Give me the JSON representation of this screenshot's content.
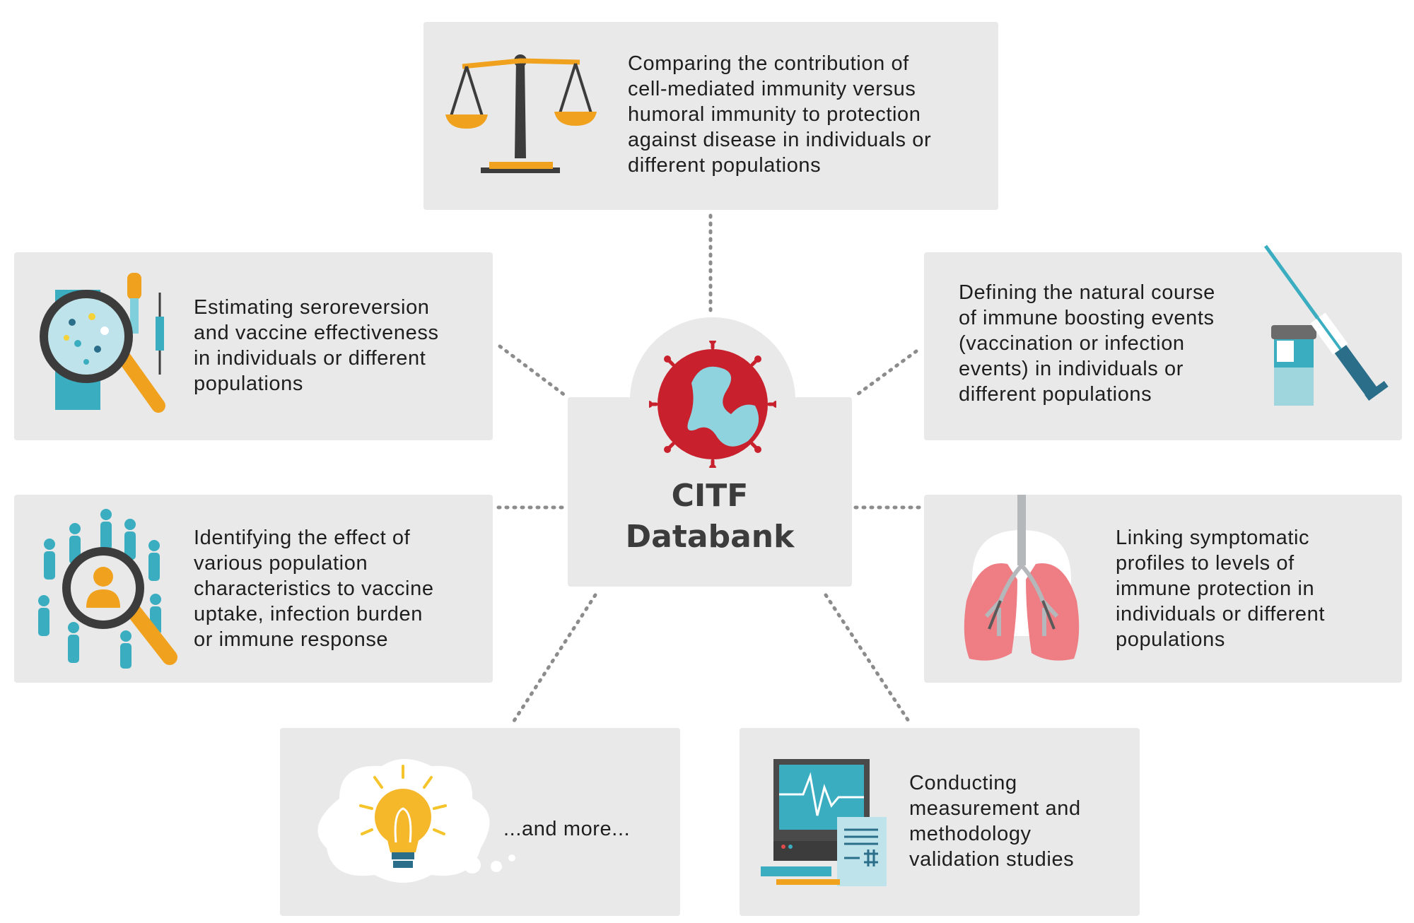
{
  "center": {
    "title_line1": "CITF",
    "title_line2": "Databank"
  },
  "cards": {
    "top": "Comparing the contribution of\ncell-mediated immunity versus\nhumoral immunity to protection\nagainst disease in individuals or\ndifferent populations",
    "left_upper": "Estimating seroreversion\nand vaccine effectiveness\nin individuals or different\npopulations",
    "right_upper": "Defining the natural course\nof immune boosting events\n(vaccination or infection\nevents) in individuals or\ndifferent populations",
    "left_lower": "Identifying the effect of\nvarious population\ncharacteristics to vaccine\nuptake, infection burden\nor immune response",
    "right_lower": "Linking symptomatic\nprofiles to levels of\nimmune protection in\nindividuals or different\npopulations",
    "bottom_left": "...and more...",
    "bottom_right": "Conducting\nmeasurement and\nmethodology\nvalidation studies"
  },
  "icons": {
    "top": "balance-scale-icon",
    "left_upper": "magnifier-sample-icon",
    "right_upper": "syringe-vial-icon",
    "left_lower": "population-magnifier-icon",
    "right_lower": "lungs-icon",
    "bottom_left": "lightbulb-idea-icon",
    "bottom_right": "monitor-report-icon",
    "center": "virus-logo-icon"
  },
  "colors": {
    "card_bg": "#e9e9e9",
    "connector": "#8c8c8c",
    "accent_orange": "#f0a21e",
    "accent_teal": "#3aaec0",
    "accent_red": "#c8202c",
    "text": "#1e1e1e"
  }
}
